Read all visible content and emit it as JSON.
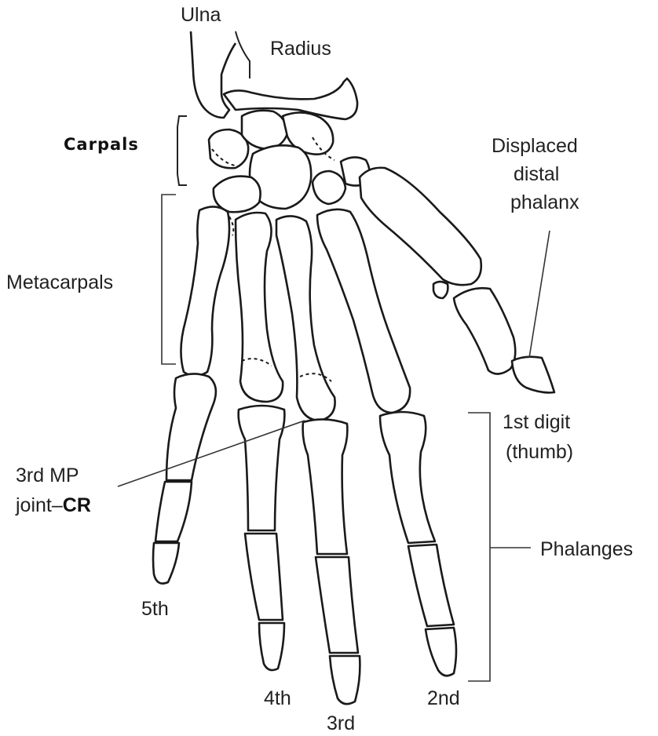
{
  "labels": {
    "ulna": "Ulna",
    "radius": "Radius",
    "carpals": "Carpals",
    "displaced_1": "Displaced",
    "displaced_2": "distal",
    "displaced_3": "phalanx",
    "metacarpals": "Metacarpals",
    "first_digit_1": "1st digit",
    "first_digit_2": "(thumb)",
    "mp_joint_1": "3rd MP",
    "mp_joint_2": "joint–",
    "mp_joint_cr": "CR",
    "phalanges": "Phalanges",
    "fifth": "5th",
    "fourth": "4th",
    "third": "3rd",
    "second": "2nd"
  }
}
